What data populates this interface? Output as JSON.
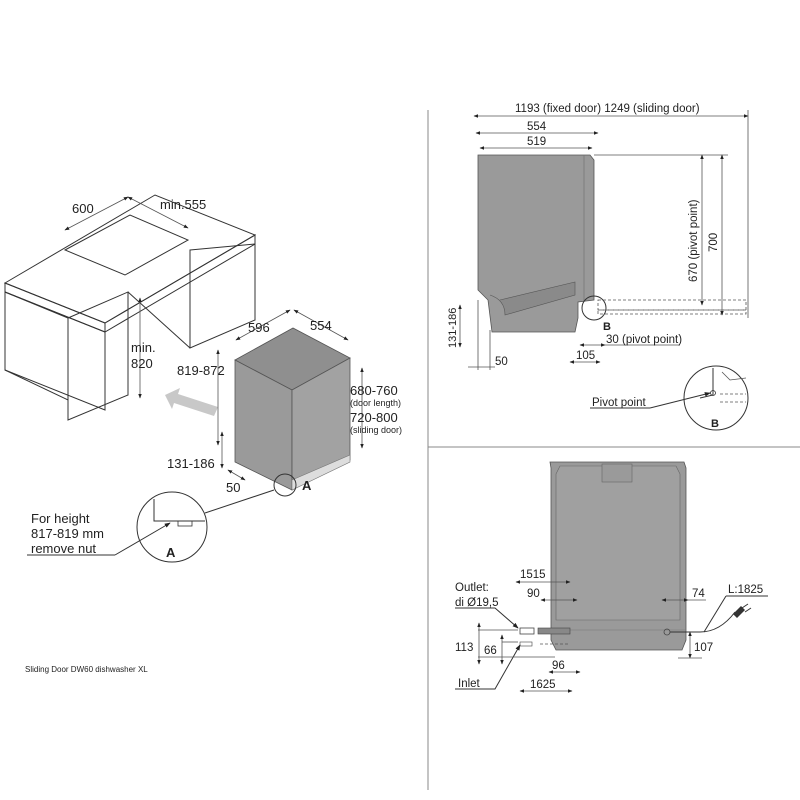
{
  "left_view": {
    "cabinet": {
      "width": "600",
      "depth": "min.555",
      "height_label_1": "min.",
      "height_label_2": "820"
    },
    "appliance": {
      "width": "596",
      "depth": "554",
      "height": "819-872",
      "door_length": "680-760",
      "door_length_note": "(door length)",
      "sliding_door": "720-800",
      "sliding_door_note": "(sliding door)",
      "plinth": "131-186",
      "setback": "50",
      "detail_marker": "A"
    },
    "detail_a": {
      "note_line1": "For height",
      "note_line2": "817-819 mm",
      "note_line3": "remove nut",
      "marker": "A"
    },
    "caption": "Sliding Door DW60 dishwasher XL"
  },
  "side_view": {
    "total_depth": "1193 (fixed door) 1249 (sliding door)",
    "depth_554": "554",
    "depth_519": "519",
    "pivot_height": "670 (pivot point)",
    "height_700": "700",
    "plinth": "131-186",
    "setback": "50",
    "pivot_offset": "30 (pivot point)",
    "offset_105": "105",
    "detail_marker": "B",
    "detail_b": {
      "label": "Pivot point",
      "marker": "B"
    }
  },
  "rear_view": {
    "outlet_label_1": "Outlet:",
    "outlet_label_2": "di Ø19,5",
    "inlet_label": "Inlet",
    "dim_1515": "1515",
    "dim_90": "90",
    "dim_113": "113",
    "dim_66": "66",
    "dim_96": "96",
    "dim_1625": "1625",
    "dim_74": "74",
    "dim_107": "107",
    "cable_length": "L:1825"
  },
  "colors": {
    "appliance_fill": "#9a9a9a",
    "appliance_side": "#8a8a8a",
    "line": "#333333",
    "arrow": "#c8c8c8"
  }
}
